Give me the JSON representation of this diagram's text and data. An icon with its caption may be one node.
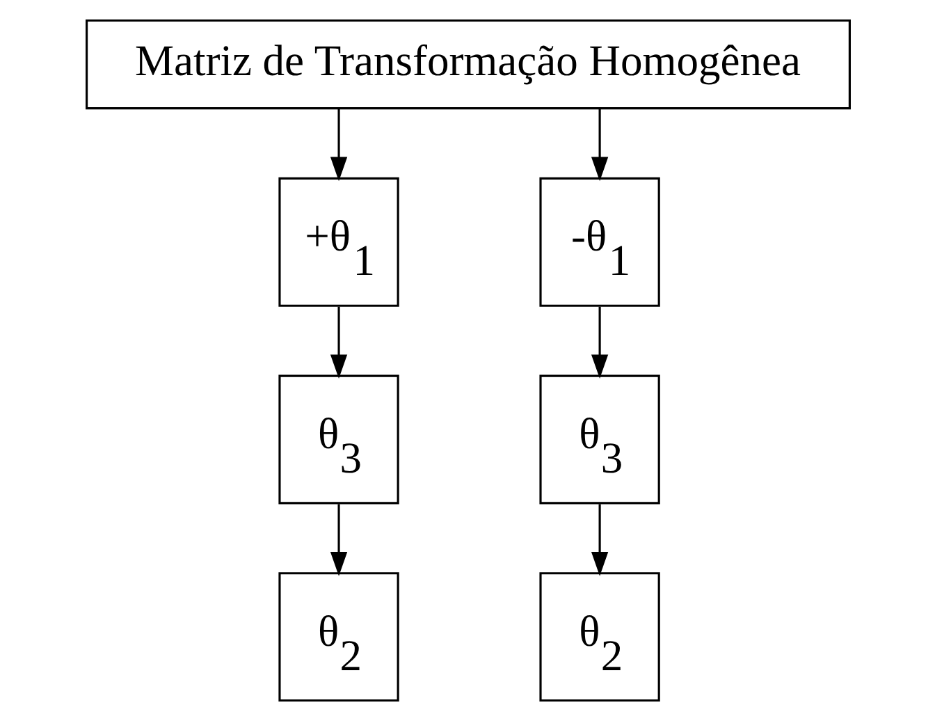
{
  "diagram": {
    "nodes": [
      {
        "text": [
          "Matriz de Transformação Homogênea"
        ]
      },
      {
        "text": [
          "+θ$_{1}$"
        ]
      },
      {
        "text": [
          "-θ$_{1}$"
        ]
      },
      {
        "text": [
          "θ$_{3}$"
        ]
      },
      {
        "text": [
          "θ$_{3}$"
        ]
      },
      {
        "text": [
          "θ$_{2}$"
        ]
      },
      {
        "text": [
          "θ$_{2}$"
        ]
      }
    ],
    "edges": [
      {
        "from": 0,
        "to": 1,
        "arrow": "to"
      },
      {
        "from": 0,
        "to": 2,
        "arrow": "to"
      },
      {
        "from": 1,
        "to": 3,
        "arrow": "to"
      },
      {
        "from": 2,
        "to": 4,
        "arrow": "to"
      },
      {
        "from": 3,
        "to": 5,
        "arrow": "to"
      },
      {
        "from": 4,
        "to": 6,
        "arrow": "to"
      }
    ]
  }
}
